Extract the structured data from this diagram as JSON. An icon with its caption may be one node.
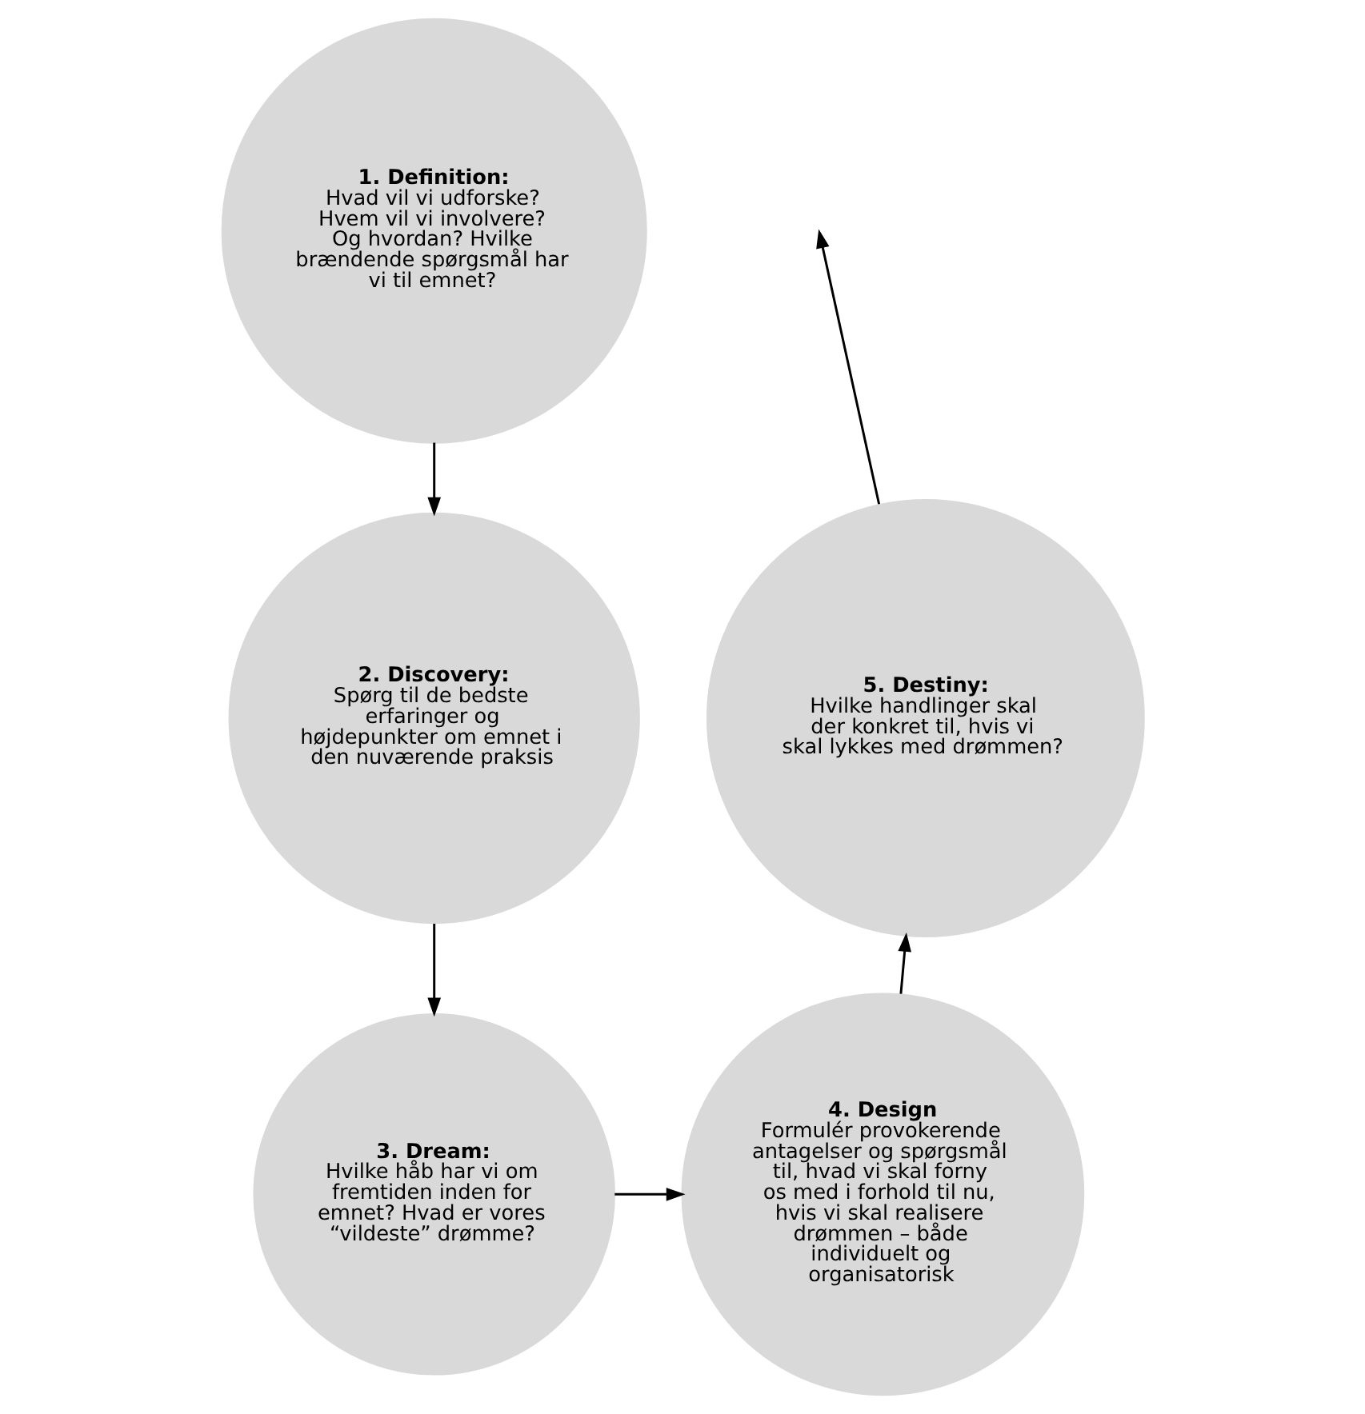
{
  "diagram": {
    "nodes": [
      {
        "text": [
          "1. Definition:",
          "Hvad vil vi udforske? Hvem vil vi involvere? Og hvordan? Hvilke brændende spørgsmål har vi til emnet?"
        ]
      },
      {
        "text": [
          "2. Discovery:",
          "Spørg til de bedste erfaringer og højdepunkter om emnet i den nuværende praksis"
        ]
      },
      {
        "text": [
          "3. Dream:",
          "Hvilke håb har vi om fremtiden inden for emnet? Hvad er vores “vildeste” drømme?"
        ]
      },
      {
        "text": [
          "4. Design",
          "Formulér provokerende antagelser og spørgsmål til, hvad vi skal forny os med i forhold til nu, hvis vi skal realisere drømmen – både individuelt og organisatorisk"
        ]
      },
      {
        "text": [
          "5. Destiny:",
          "Hvilke handlinger skal der konkret til, hvis vi skal lykkes med drømmen?"
        ]
      }
    ],
    "edges": [
      {
        "from": 0,
        "to": 1,
        "arrow": "to"
      },
      {
        "from": 1,
        "to": 2,
        "arrow": "to"
      },
      {
        "from": 2,
        "to": 3,
        "arrow": "to"
      },
      {
        "from": 3,
        "to": 4,
        "arrow": "to"
      },
      {
        "from": 4,
        "to": null,
        "arrow": "to"
      }
    ]
  }
}
